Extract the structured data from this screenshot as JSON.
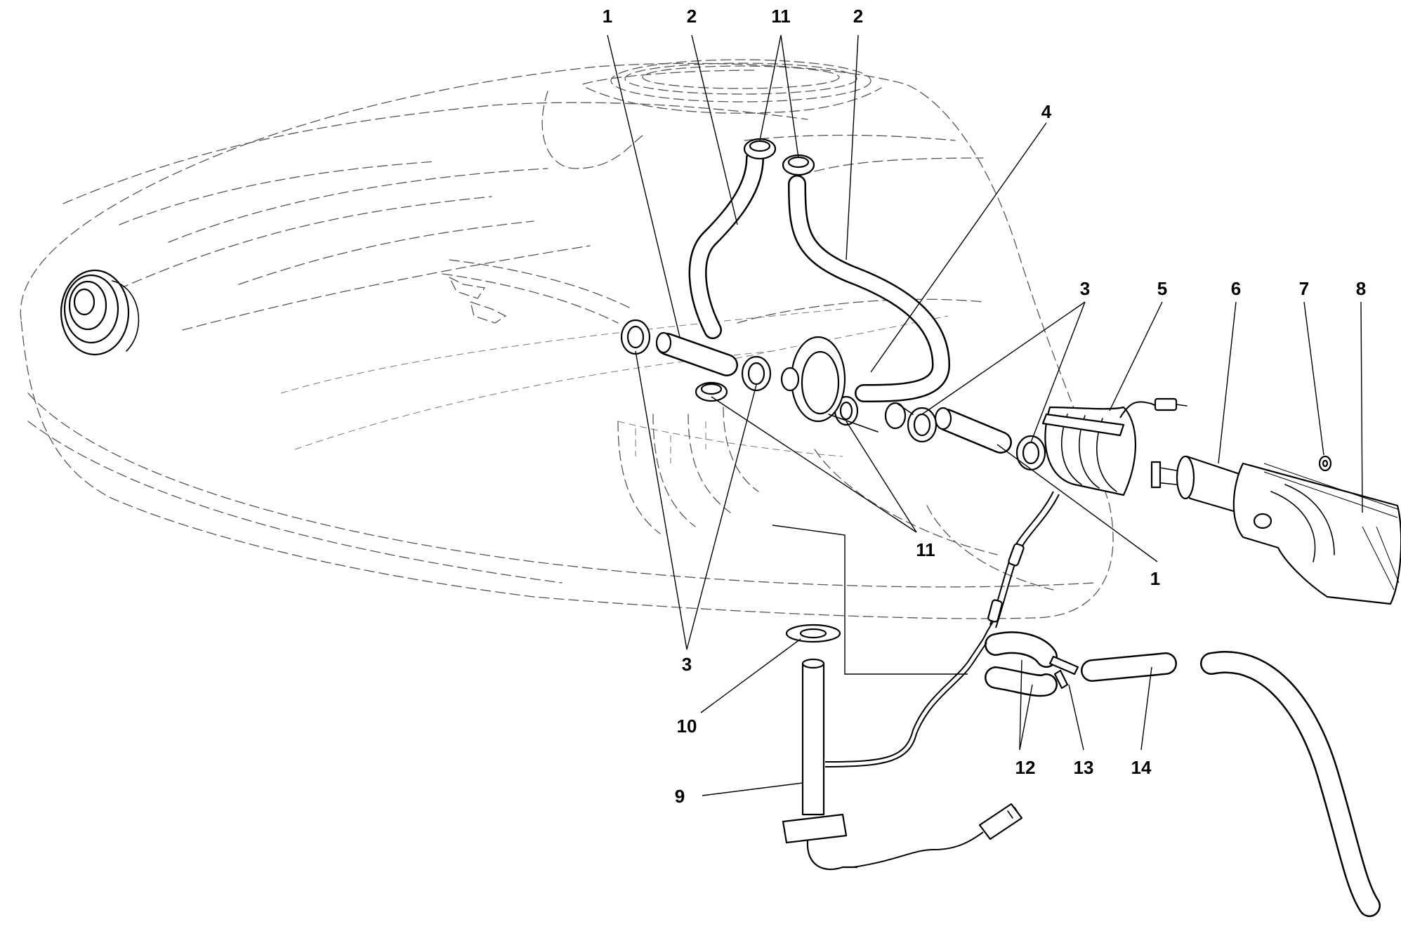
{
  "callouts": [
    "1",
    "2",
    "11",
    "2",
    "4",
    "3",
    "5",
    "6",
    "7",
    "8",
    "11",
    "1",
    "3",
    "10",
    "12",
    "13",
    "14",
    "9"
  ]
}
